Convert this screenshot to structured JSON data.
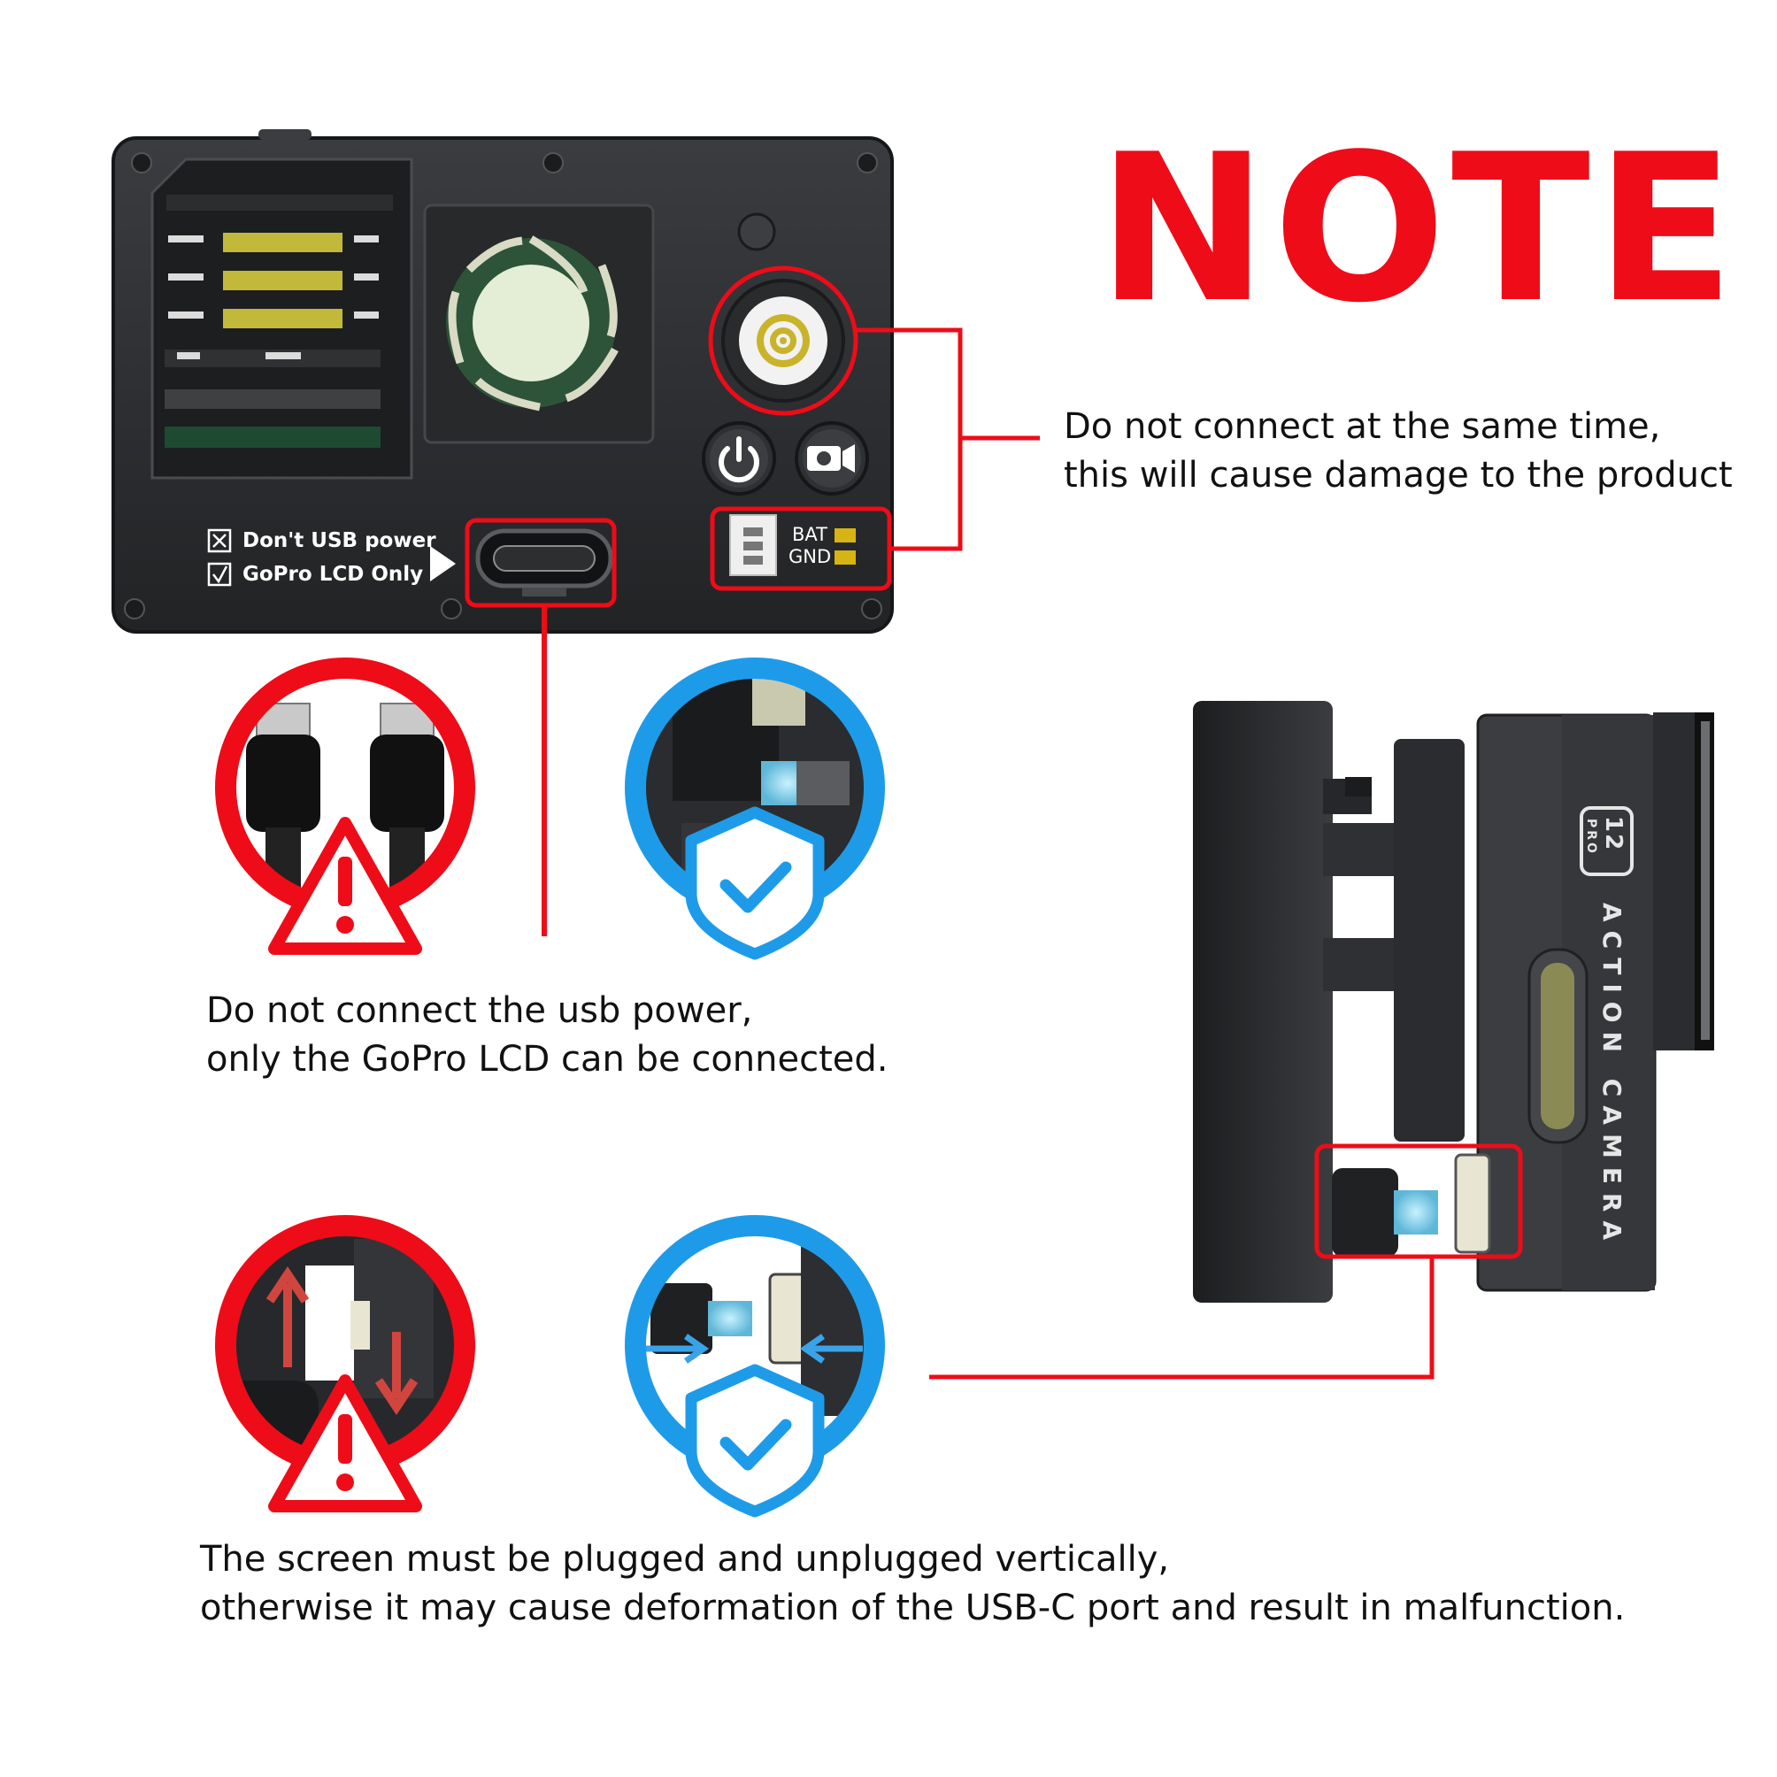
{
  "title": "NOTE",
  "notes": {
    "simultaneous": {
      "line1": "Do not connect at the same time,",
      "line2": "this will cause damage to the product"
    },
    "usb_power": {
      "line1": "Do not connect the usb power,",
      "line2": "only the GoPro LCD can be connected."
    },
    "vertical": {
      "line1": "The screen must be plugged and unplugged vertically,",
      "line2": "otherwise it may cause deformation of the USB-C port and result in malfunction."
    }
  },
  "device_labels": {
    "dont_usb_power": "Don't USB power",
    "gopro_lcd_only": "GoPro LCD Only",
    "bat": "BAT",
    "gnd": "GND"
  },
  "camera": {
    "model_number": "12",
    "model_suffix": "PRO",
    "brand_text": "ACTION CAMERA"
  },
  "colors": {
    "warning_red": "#ee0c18",
    "ok_blue": "#1e9be8",
    "device_dark": "#2a2c2f",
    "text": "#111111"
  }
}
